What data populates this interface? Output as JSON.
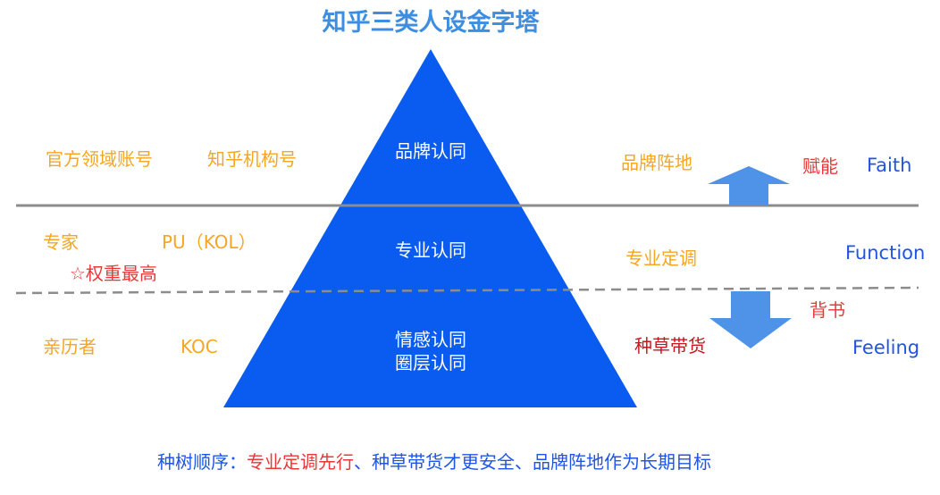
{
  "title": "知乎三类人设金字塔",
  "pyramid": {
    "top": "品牌认同",
    "middle": "专业认同",
    "bottom_line1": "情感认同",
    "bottom_line2": "圈层认同"
  },
  "left": {
    "row1_a": "官方领域账号",
    "row1_b": "知乎机构号",
    "row2_a": "专家",
    "row2_b": "PU（KOL）",
    "row2_note": "☆权重最高",
    "row3_a": "亲历者",
    "row3_b": "KOC"
  },
  "right": {
    "row1_label": "品牌阵地",
    "row1_tag": "赋能",
    "row1_en": "Faith",
    "row2_label": "专业定调",
    "row2_en": "Function",
    "row3_tag": "背书",
    "row3_label": "种草带货",
    "row3_en": "Feeling"
  },
  "footer": {
    "prefix": "种树顺序：",
    "highlight": "专业定调先行",
    "suffix": "、种草带货才更安全、品牌阵地作为长期目标"
  },
  "colors": {
    "pyramid": "#0A5CF0",
    "arrow": "#4F93E8",
    "title": "#3D8EE0",
    "orange": "#F5A623",
    "red": "#E8393A",
    "blue": "#1E55E6",
    "line": "#8C8C8C"
  }
}
